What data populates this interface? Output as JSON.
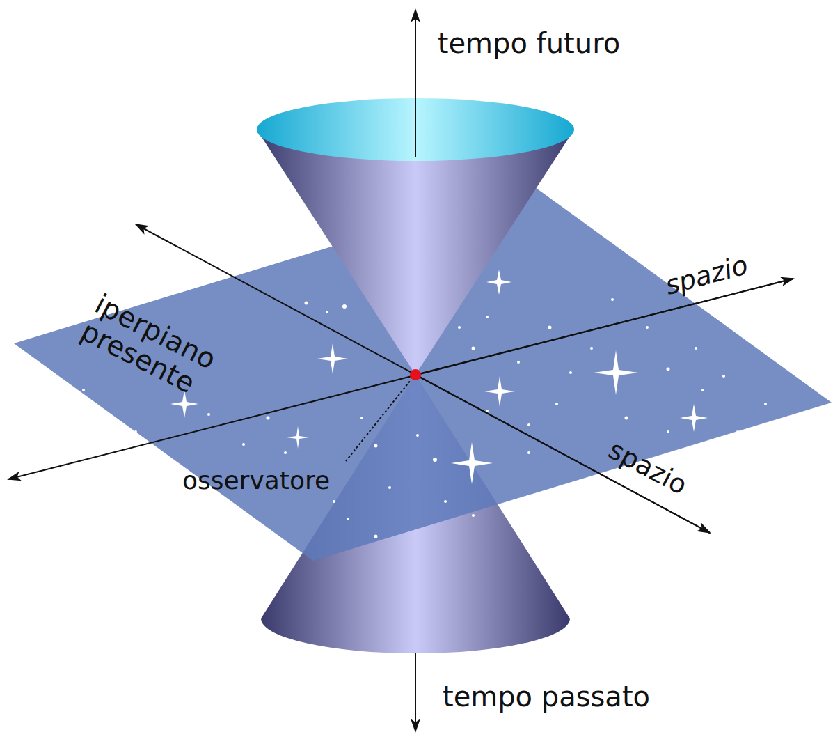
{
  "diagram": {
    "labels": [
      "tempo futuro",
      "spazio",
      "iperpiano presente",
      "spazio",
      "osservatore",
      "tempo passato"
    ]
  }
}
